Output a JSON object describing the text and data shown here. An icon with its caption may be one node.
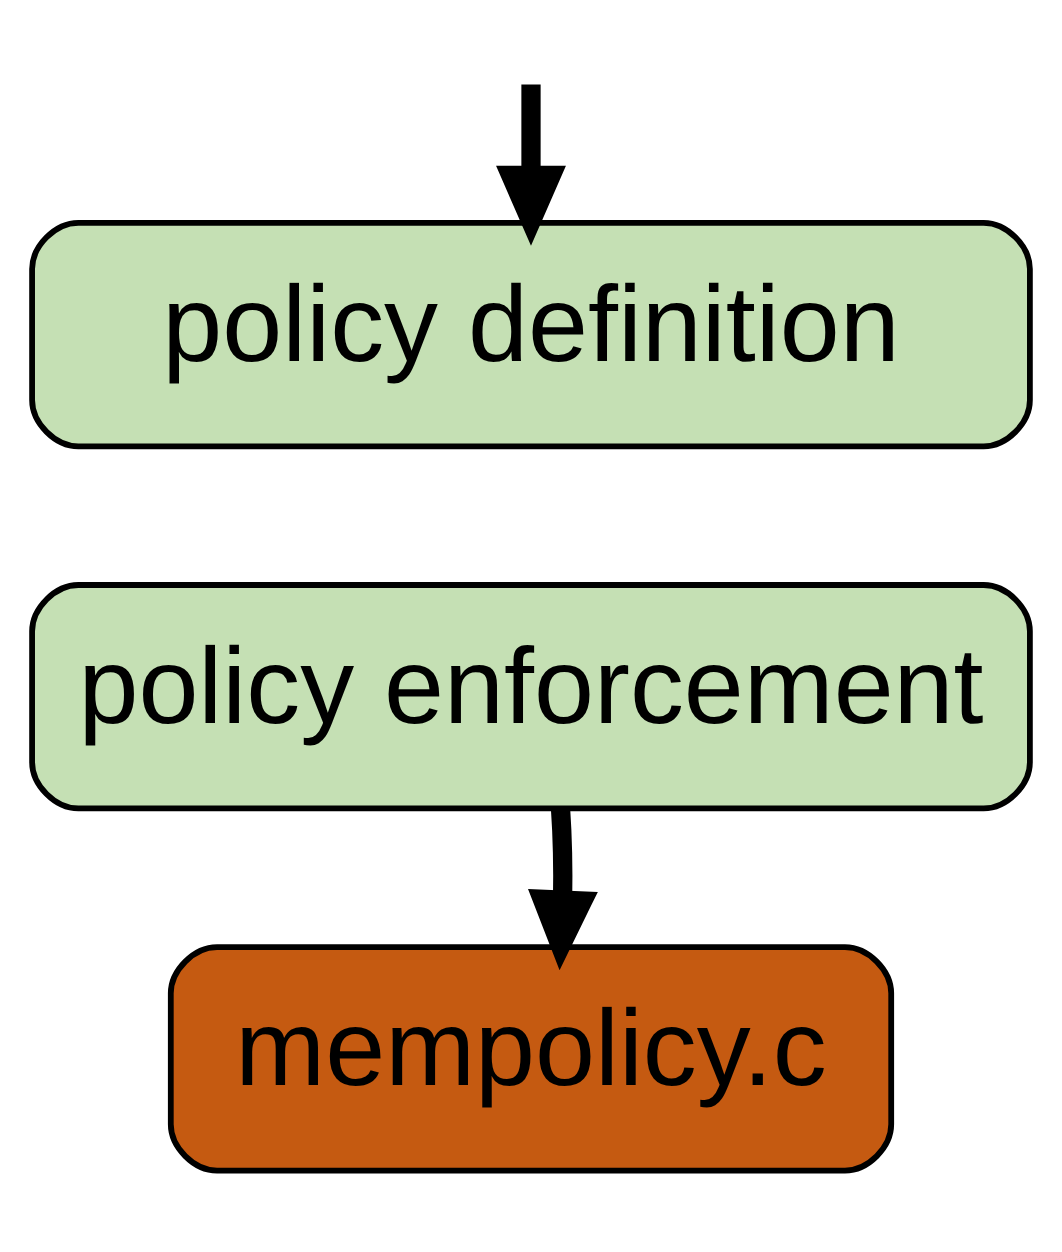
{
  "diagram": {
    "nodes": [
      {
        "text": [
          "policy definition"
        ]
      },
      {
        "text": [
          "policy enforcement"
        ]
      },
      {
        "text": [
          "mempolicy.c"
        ]
      }
    ],
    "edges": [
      {
        "from": null,
        "to": 0,
        "arrow": "to"
      },
      {
        "from": 1,
        "to": 2,
        "arrow": "to"
      }
    ]
  }
}
